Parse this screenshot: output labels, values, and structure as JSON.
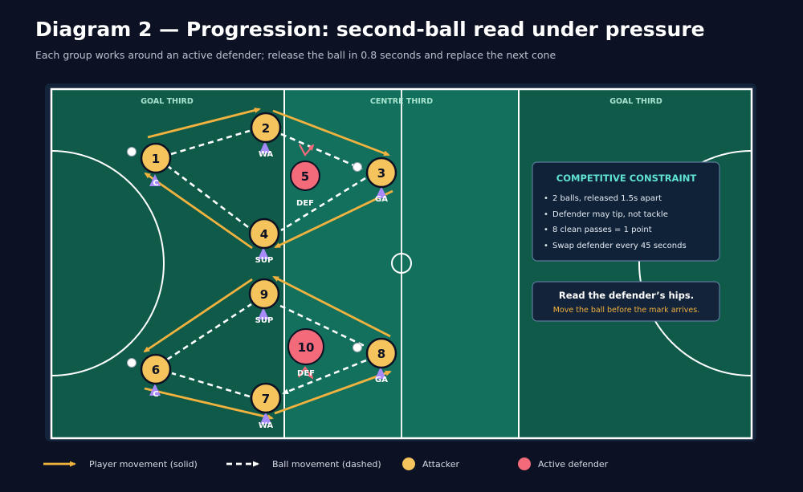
{
  "title": "Diagram 2 — Progression: second-ball read under pressure",
  "subtitle": "Each group works around an active defender; release the ball in 0.8 seconds and replace the next cone",
  "zones": [
    "GOAL THIRD",
    "CENTRE THIRD",
    "GOAL THIRD"
  ],
  "attackers": [
    {
      "num": "1",
      "role": "C"
    },
    {
      "num": "2",
      "role": "WA"
    },
    {
      "num": "3",
      "role": "GA"
    },
    {
      "num": "4",
      "role": "SUP"
    },
    {
      "num": "9",
      "role": "SUP"
    },
    {
      "num": "6",
      "role": "C"
    },
    {
      "num": "7",
      "role": "WA"
    },
    {
      "num": "8",
      "role": "GA"
    }
  ],
  "defenders": [
    {
      "num": "5",
      "role": "DEF"
    },
    {
      "num": "10",
      "role": "DEF"
    }
  ],
  "constraint": {
    "heading": "COMPETITIVE CONSTRAINT",
    "items": [
      "2 balls, released 1.5s apart",
      "Defender may tip, not tackle",
      "8 clean passes = 1 point",
      "Swap defender every 45 seconds"
    ]
  },
  "tip": {
    "heading": "Read the defender’s hips.",
    "text": "Move the ball before the mark arrives."
  },
  "legend": {
    "player_movement": "Player movement (solid)",
    "ball_movement": "Ball movement (dashed)",
    "attacker": "Attacker",
    "defender": "Active defender"
  },
  "colors": {
    "background": "#0c1223",
    "court_dark": "#0f5a48",
    "court_mid": "#12705d",
    "attacker": "#f6c45d",
    "defender": "#f36b7b",
    "movement": "#f2b23f",
    "ball_pass": "#ffffff",
    "cone": "#a78bfa",
    "panel": "#0f2238",
    "panel_heading": "#5fe3cf",
    "tip_text": "#f2b23f"
  }
}
